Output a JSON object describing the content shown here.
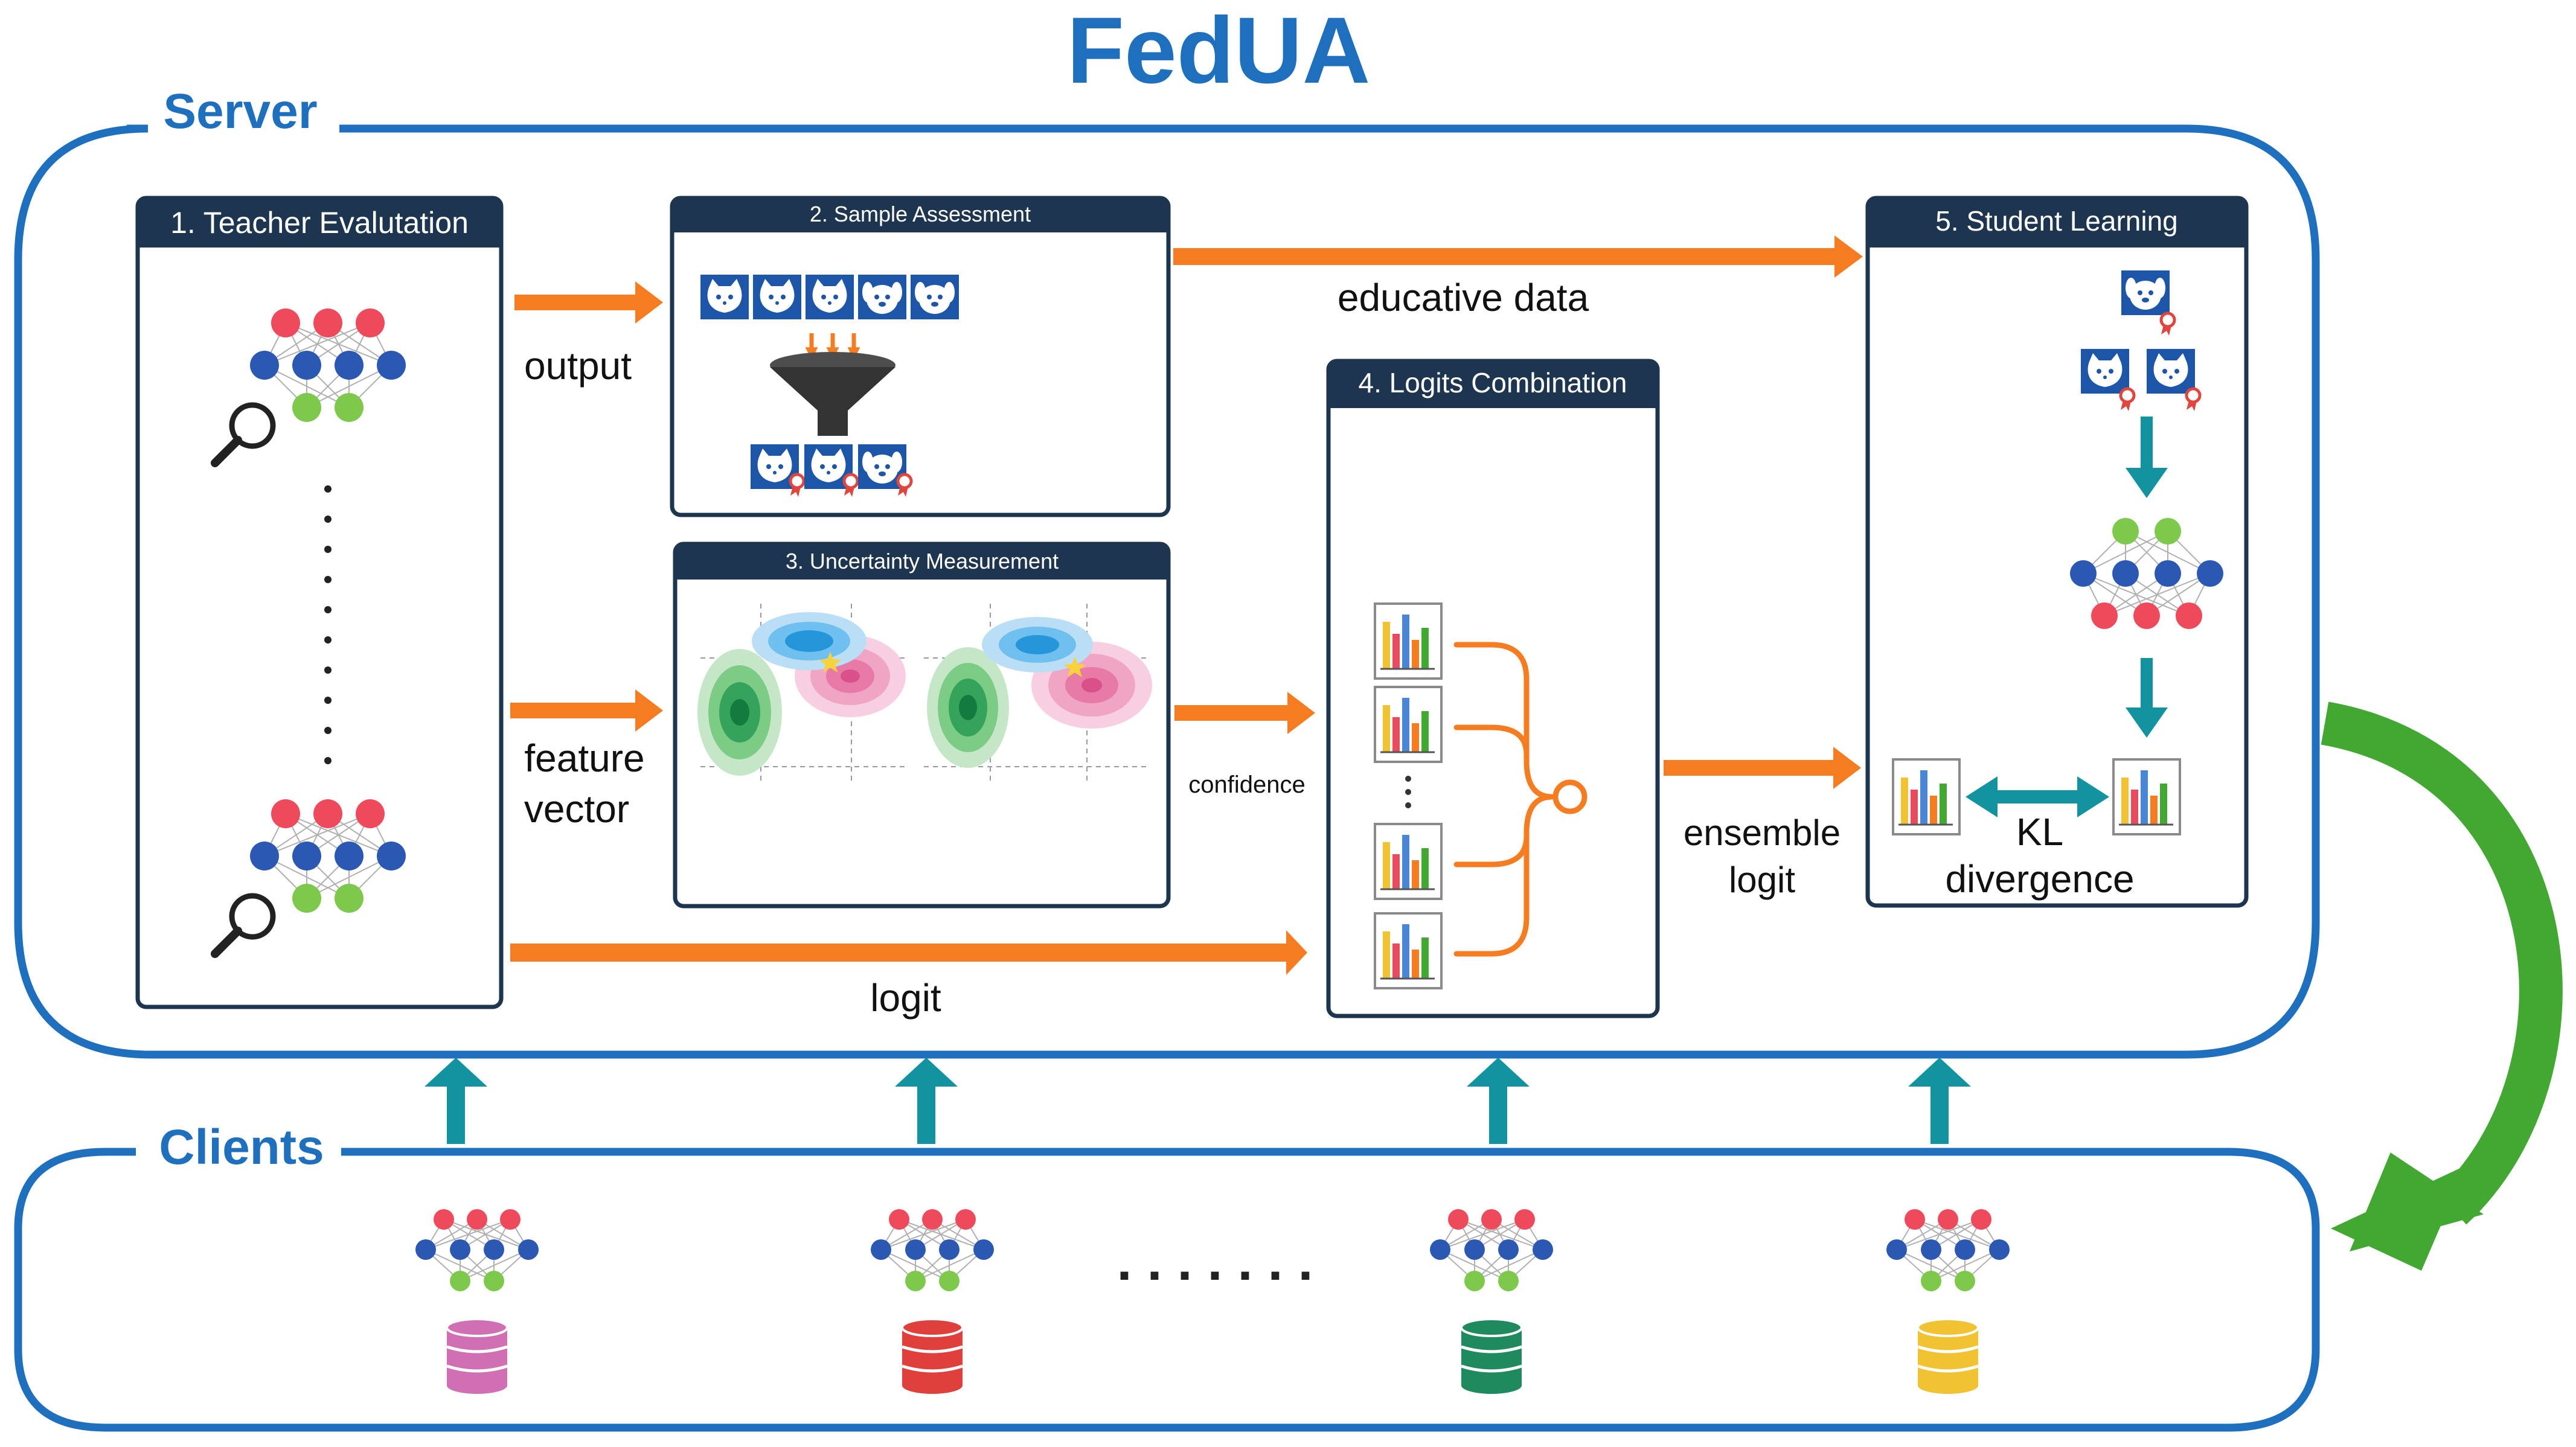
{
  "title": "FedUA",
  "server_label": "Server",
  "clients_label": "Clients",
  "modules": {
    "teacher": "1. Teacher Evalutation",
    "sample": "2. Sample Assessment",
    "uncertainty": "3. Uncertainty Measurement",
    "logits": "4. Logits Combination",
    "student": "5. Student Learning"
  },
  "edges": {
    "output": "output",
    "educative": "educative data",
    "feature_line1": "feature",
    "feature_line2": "vector",
    "confidence": "confidence",
    "logit": "logit",
    "ensemble_line1": "ensemble",
    "ensemble_line2": "logit",
    "kl_line1": "KL",
    "kl_line2": "divergence"
  },
  "clients_dots": ". . . . . . .",
  "colors": {
    "primary_blue": "#1f6fbf",
    "header_navy": "#1e3550",
    "orange": "#f57c21",
    "teal": "#12939f",
    "green": "#42a832",
    "node_red": "#ee4a5c",
    "node_blue": "#2a58b3",
    "node_green": "#7cc94b",
    "db_pink": "#d06fb3",
    "db_red": "#e0403c",
    "db_green": "#1e8a5e",
    "db_yellow": "#f1c232"
  }
}
